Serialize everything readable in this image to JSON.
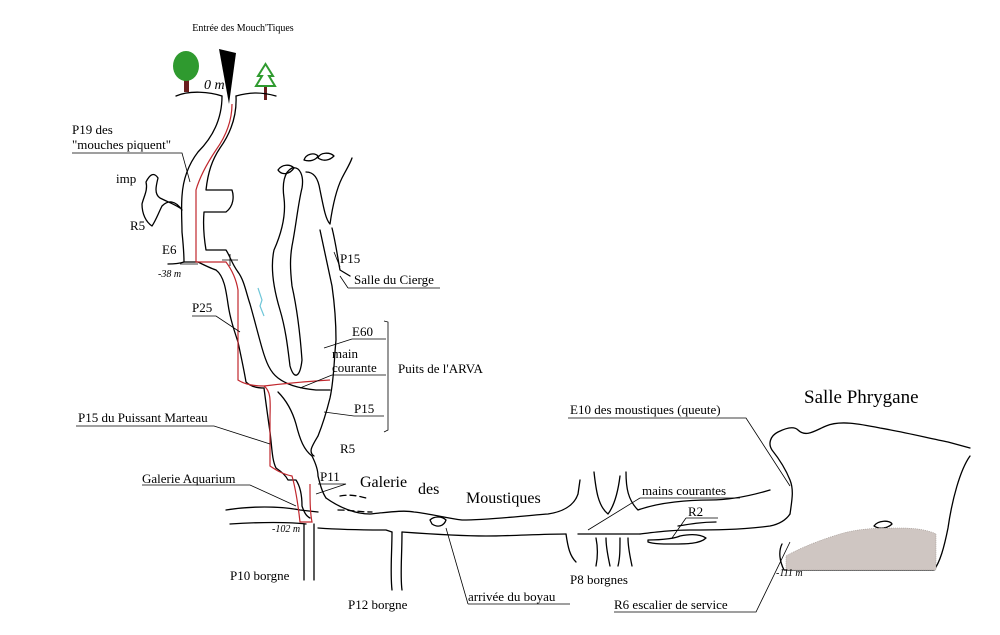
{
  "title": "Entrée des Mouch'Tiques",
  "depths": {
    "surface": "0 m",
    "d38": "-38 m",
    "d102": "-102 m",
    "d111": "-111 m"
  },
  "labels": {
    "p19_line1": "P19 des",
    "p19_line2": "\"mouches piquent\"",
    "imp": "imp",
    "r5_top": "R5",
    "e6": "E6",
    "p15_top": "P15",
    "salle_cierge": "Salle du Cierge",
    "p25": "P25",
    "e60": "E60",
    "main_courante_1": "main",
    "main_courante_2": "courante",
    "puits_arva": "Puits de l'ARVA",
    "p15_arva": "P15",
    "r5_bottom": "R5",
    "p15_marteau": "P15 du Puissant Marteau",
    "galerie_aquarium": "Galerie Aquarium",
    "p11": "P11",
    "galerie_1": "Galerie",
    "galerie_2": "des",
    "galerie_3": "Moustiques",
    "p10": "P10 borgne",
    "p12": "P12 borgne",
    "arrivee_boyau": "arrivée du boyau",
    "p8": "P8 borgnes",
    "mains_courantes": "mains courantes",
    "r2": "R2",
    "e10": "E10 des moustiques (queute)",
    "salle_phrygane": "Salle Phrygane",
    "r6": "R6 escalier de service"
  },
  "colors": {
    "rope": "#c0272d",
    "tree": "#2f9a2f",
    "trunk": "#6b1f1f",
    "water": "#6fc6d8",
    "sediment": "#cfc6c2"
  },
  "icons": [
    "tree-icon",
    "entrance-marker-icon",
    "fir-icon",
    "stalagmite-icon"
  ]
}
